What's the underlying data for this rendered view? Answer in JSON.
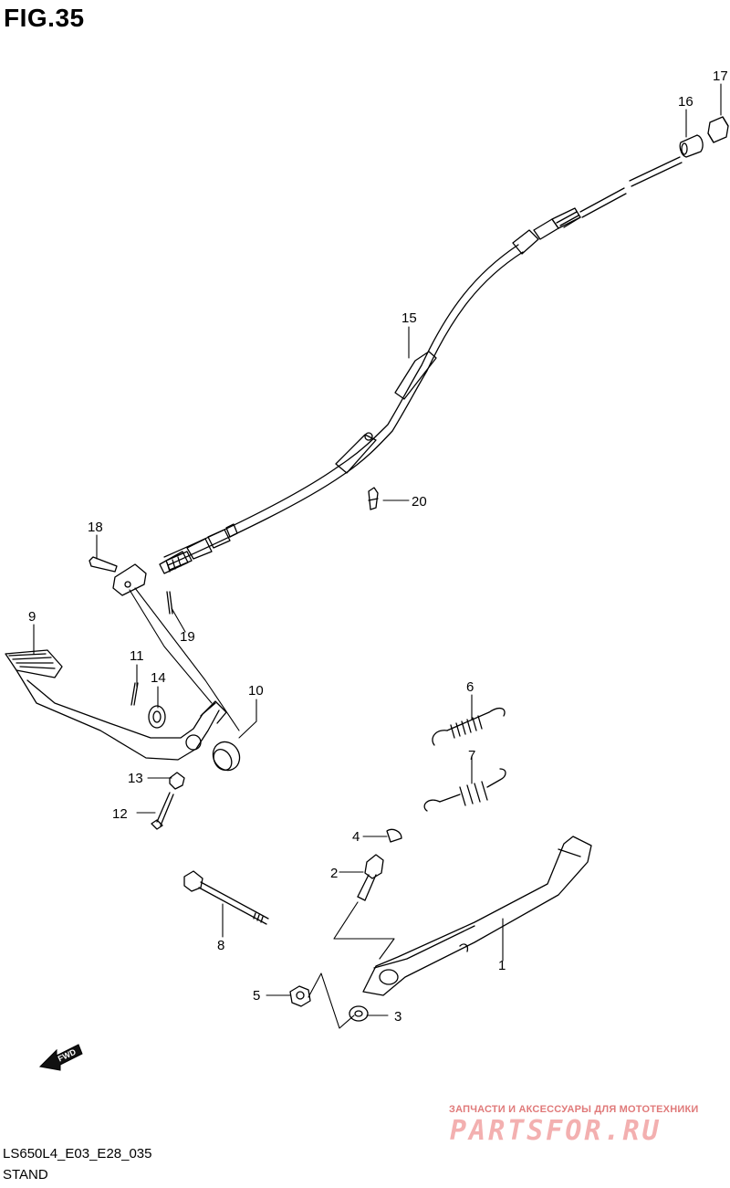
{
  "figure": {
    "title": "FIG.35",
    "code": "LS650L4_E03_E28_035",
    "name": "STAND"
  },
  "callouts": [
    "1",
    "2",
    "3",
    "4",
    "5",
    "6",
    "7",
    "8",
    "9",
    "10",
    "11",
    "12",
    "13",
    "14",
    "15",
    "16",
    "17",
    "18",
    "19",
    "20"
  ],
  "badges": {
    "fwd": "FWD"
  },
  "watermark": {
    "tagline": "ЗАПЧАСТИ И АКСЕССУАРЫ ДЛЯ МОТОТЕХНИКИ",
    "logo": "PARTSFOR.RU"
  }
}
